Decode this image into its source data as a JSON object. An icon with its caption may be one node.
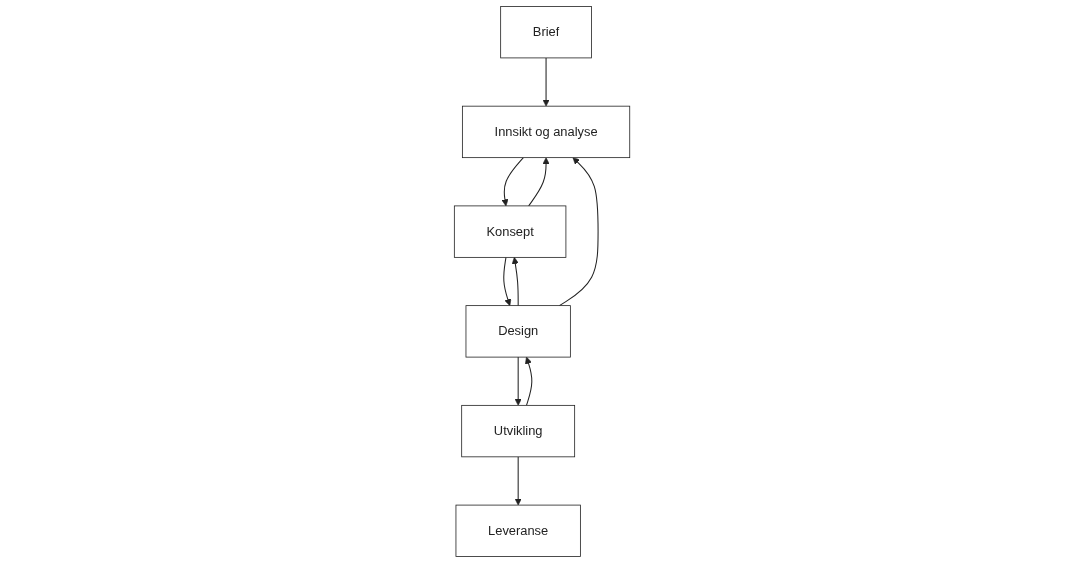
{
  "diagram": {
    "nodes": [
      {
        "text": [
          "Brief"
        ]
      },
      {
        "text": [
          "Leveranse"
        ]
      },
      {
        "text": [
          "Innsikt og analyse"
        ]
      },
      {
        "text": [
          "Utvikling"
        ]
      },
      {
        "text": [
          "Konsept"
        ]
      },
      {
        "text": [
          "Design"
        ]
      }
    ],
    "edges": [
      {
        "from": 0,
        "to": 2,
        "arrow": "to"
      },
      {
        "from": 2,
        "to": 4,
        "arrow": "to"
      },
      {
        "from": 4,
        "to": 2,
        "arrow": "to"
      },
      {
        "from": 5,
        "to": 2,
        "arrow": "to"
      },
      {
        "from": 5,
        "to": 4,
        "arrow": "to"
      },
      {
        "from": 4,
        "to": 5,
        "arrow": "to"
      },
      {
        "from": 3,
        "to": 5,
        "arrow": "to"
      },
      {
        "from": 5,
        "to": 3,
        "arrow": "to"
      },
      {
        "from": 3,
        "to": 1,
        "arrow": "to"
      }
    ]
  }
}
